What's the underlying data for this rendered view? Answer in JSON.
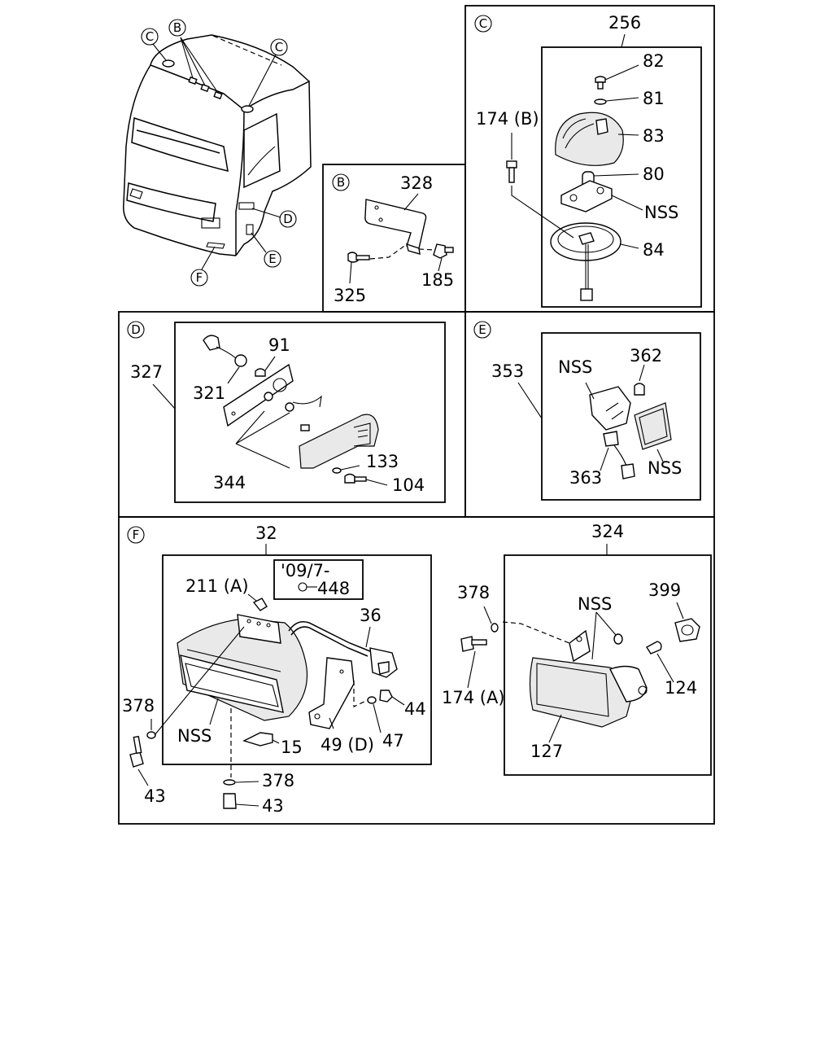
{
  "sections": {
    "B": "B",
    "C": "C",
    "D": "D",
    "E": "E",
    "F": "F"
  },
  "cab_callouts": {
    "c_left": "C",
    "b_top": "B",
    "c_right": "C",
    "d": "D",
    "e": "E",
    "f": "F"
  },
  "parts": {
    "p256": "256",
    "p82": "82",
    "p81": "81",
    "p174b": "174 (B)",
    "p83": "83",
    "p80": "80",
    "nss_c": "NSS",
    "p84": "84",
    "p328": "328",
    "p325": "325",
    "p185": "185",
    "p91": "91",
    "p327": "327",
    "p321": "321",
    "p344": "344",
    "p133": "133",
    "p104": "104",
    "p353": "353",
    "nss_e1": "NSS",
    "p362": "362",
    "p363": "363",
    "nss_e2": "NSS",
    "p32": "32",
    "p324": "324",
    "date_note": "'09/7-",
    "p448": "448",
    "p211a": "211 (A)",
    "p36": "36",
    "p378a": "378",
    "p399": "399",
    "nss_f2": "NSS",
    "p378b": "378",
    "nss_f1": "NSS",
    "p15": "15",
    "p49d": "49 (D)",
    "p47": "47",
    "p44": "44",
    "p174a": "174 (A)",
    "p124": "124",
    "p127": "127",
    "p43a": "43",
    "p378c": "378",
    "p43b": "43"
  }
}
